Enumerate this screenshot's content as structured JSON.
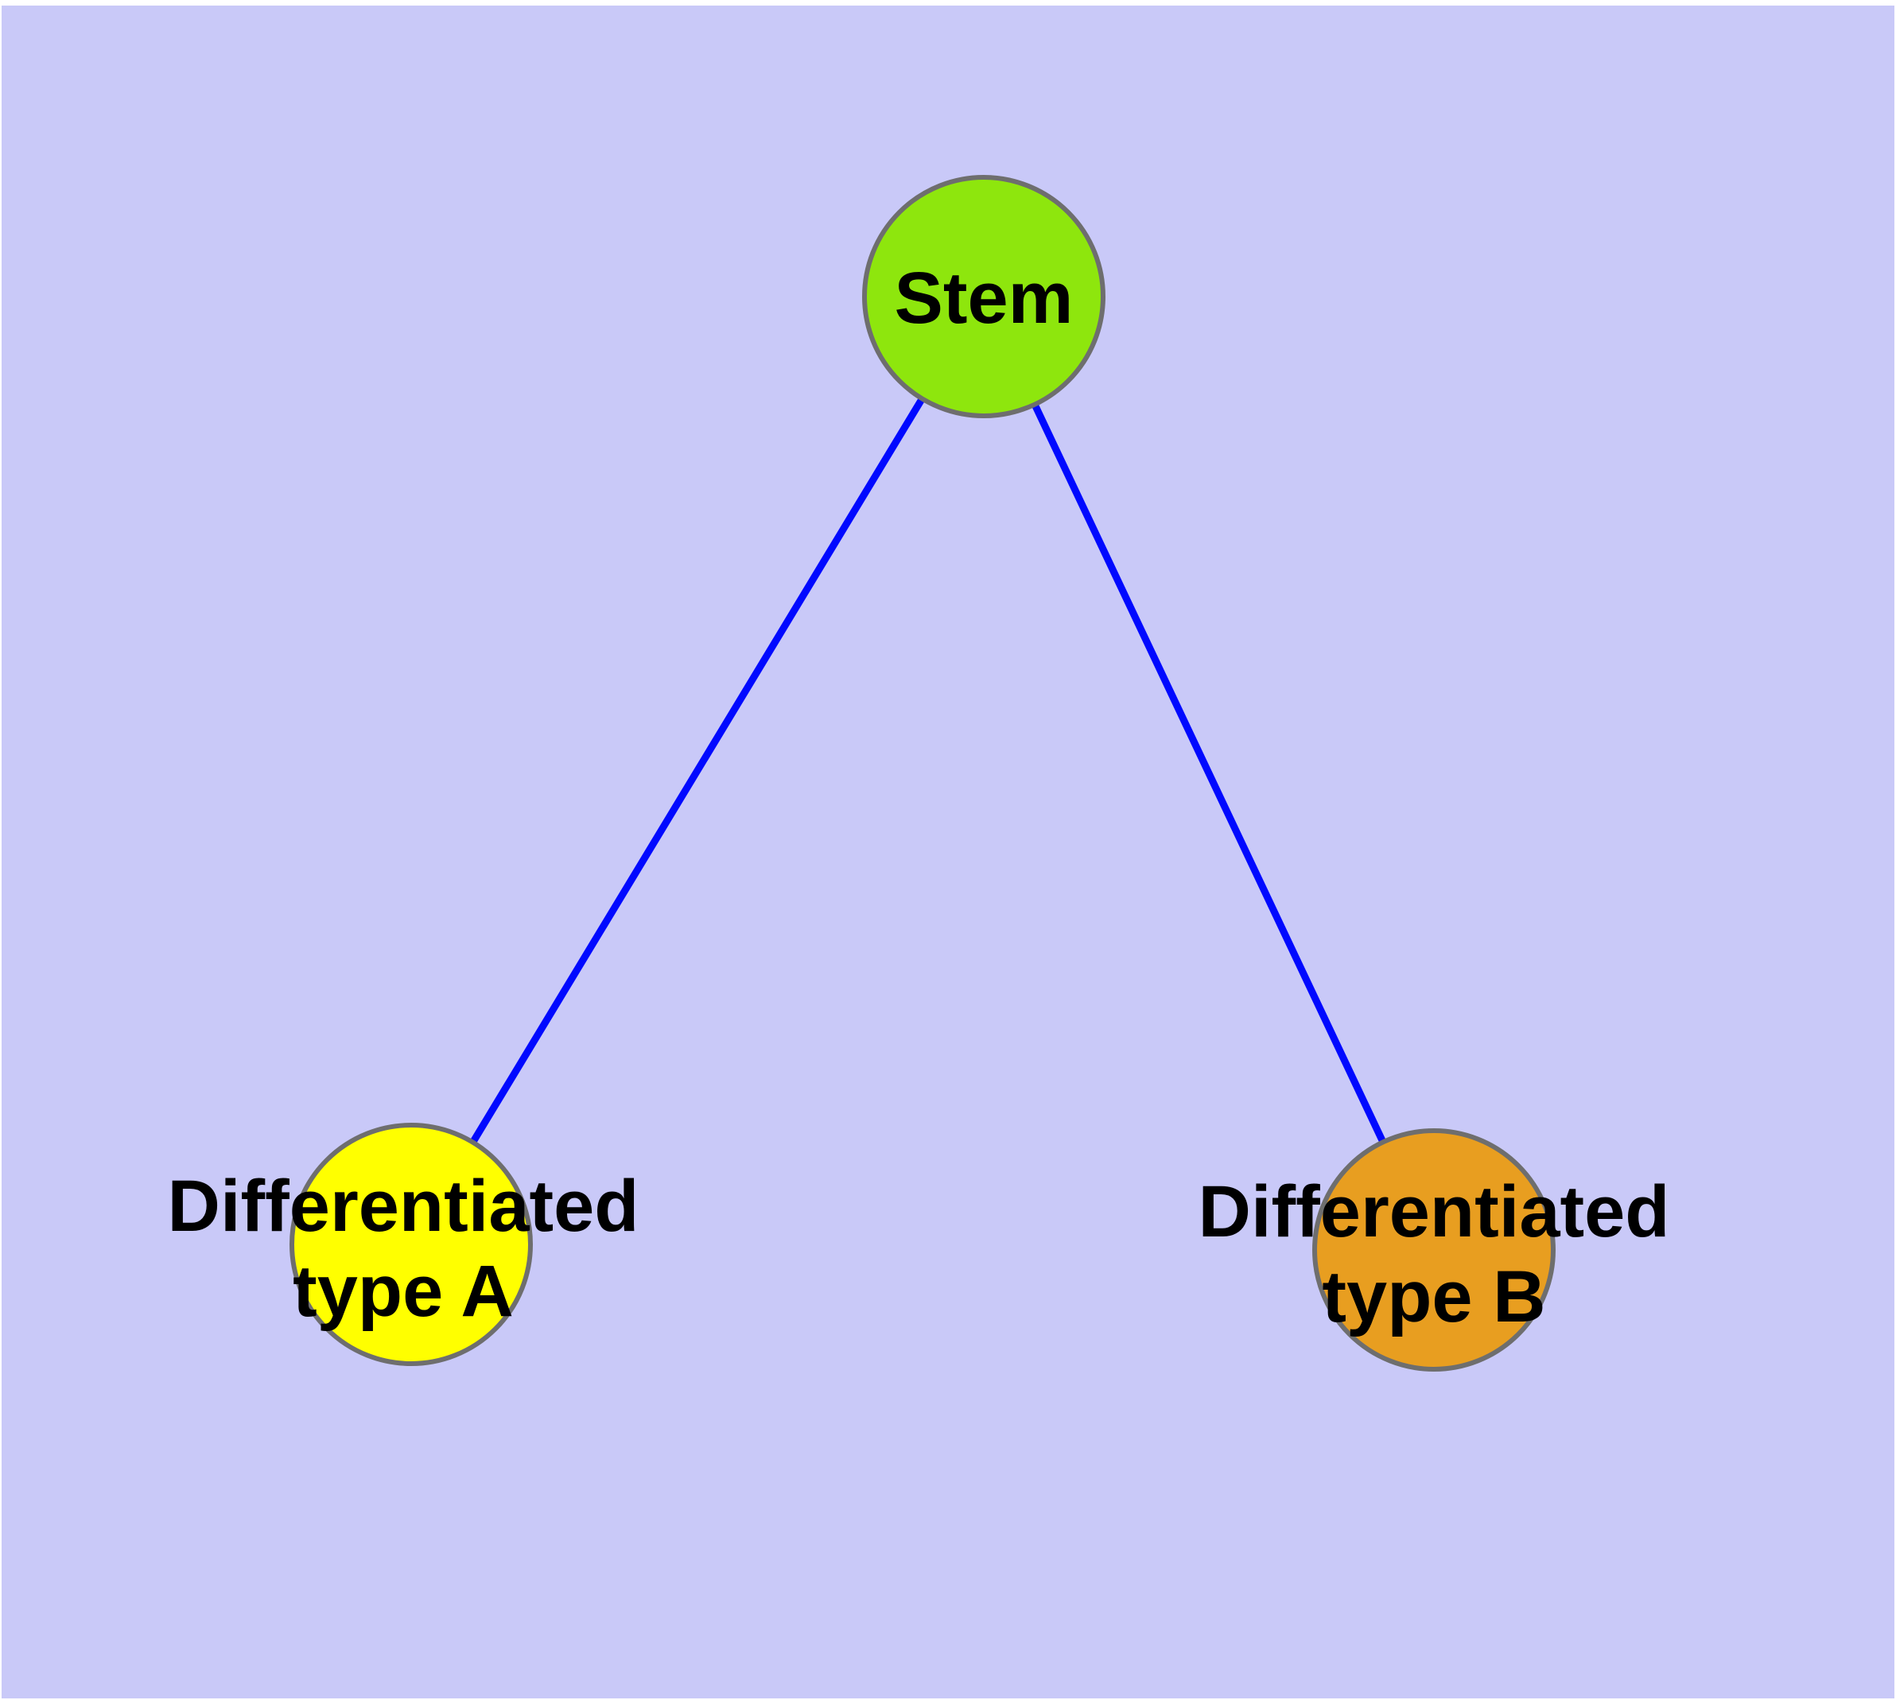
{
  "diagram": {
    "page_background_color": "#FFFFFF",
    "plot_background_color": "#C9C9F8",
    "edge_color": "#0009FF",
    "node_border_color": "#6E6E6E",
    "label_color": "#000000",
    "nodes": {
      "stem": {
        "label": "Stem",
        "fill_color": "#8EE60D"
      },
      "differentiated_type_a": {
        "label_line1": "Differentiated",
        "label_line2": "type A",
        "fill_color": "#FFFF00"
      },
      "differentiated_type_b": {
        "label_line1": "Differentiated",
        "label_line2": "type B",
        "fill_color": "#E89E20"
      }
    },
    "edges": [
      {
        "from": "stem",
        "to": "differentiated_type_a"
      },
      {
        "from": "stem",
        "to": "differentiated_type_b"
      }
    ]
  }
}
